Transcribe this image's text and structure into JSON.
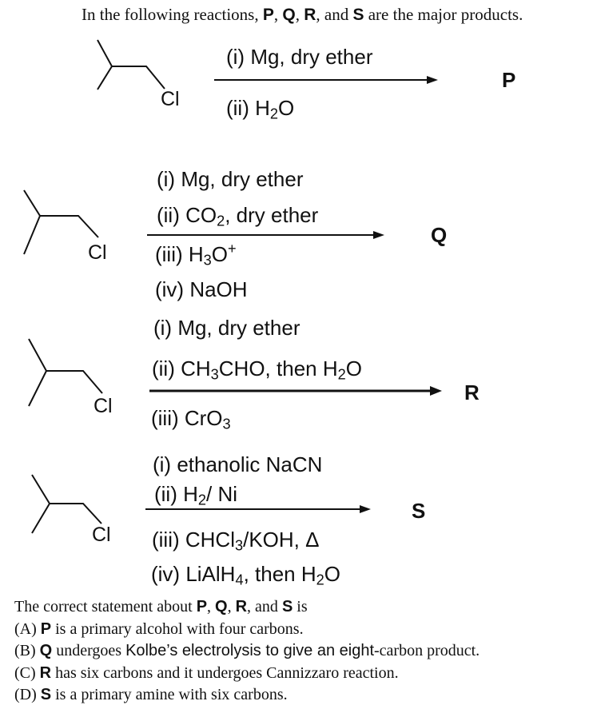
{
  "intro": {
    "prefix": "In the following reactions, ",
    "p": "P",
    "sep1": ", ",
    "q": "Q",
    "sep2": ", ",
    "r": "R",
    "sep3": ", and ",
    "s": "S",
    "suffix": " are the major products."
  },
  "chlorine_label": "Cl",
  "reactions": [
    {
      "product": "P",
      "steps": [
        {
          "pre": "(i) Mg, dry ether"
        },
        {
          "pre": "(ii) H",
          "sub": "2",
          "post": "O"
        }
      ]
    },
    {
      "product": "Q",
      "steps": [
        {
          "pre": "(i) Mg, dry ether"
        },
        {
          "pre": "(ii) CO",
          "sub": "2",
          "post": ", dry ether"
        },
        {
          "pre": "(iii) H",
          "sub": "3",
          "post": "O",
          "sup": "+"
        },
        {
          "pre": "(iv) NaOH"
        }
      ]
    },
    {
      "product": "R",
      "steps": [
        {
          "pre": "(i) Mg, dry ether"
        },
        {
          "pre": "(ii) CH",
          "sub": "3",
          "post": "CHO, then H",
          "sub2": "2",
          "post2": "O"
        },
        {
          "pre": "(iii) CrO",
          "sub": "3"
        }
      ]
    },
    {
      "product": "S",
      "steps": [
        {
          "pre": "(i) ethanolic NaCN"
        },
        {
          "pre": "(ii) H",
          "sub": "2",
          "post": "/ Ni"
        },
        {
          "pre": "(iii) CHCl",
          "sub": "3",
          "post": "/KOH, Δ"
        },
        {
          "pre": "(iv) LiAlH",
          "sub": "4",
          "post": ", then H",
          "sub2": "2",
          "post2": "O"
        }
      ]
    }
  ],
  "question": {
    "stem_prefix": "The correct statement about ",
    "p": "P",
    "sep1": ", ",
    "q": "Q",
    "sep2": ", ",
    "r": "R",
    "sep3": ", and ",
    "s": "S",
    "stem_suffix": " is",
    "options": {
      "a": {
        "label": "(A) ",
        "bold": "P",
        "text": " is a primary alcohol with four carbons."
      },
      "b": {
        "label": "(B) ",
        "bold": "Q",
        "text1": " undergoes ",
        "sans": "Kolbe’s electrolysis to give an eight",
        "text2": "-carbon product."
      },
      "c": {
        "label": "(C) ",
        "bold": "R",
        "text": " has six carbons and it undergoes Cannizzaro reaction."
      },
      "d": {
        "label": "(D) ",
        "bold": "S",
        "text": " is a primary amine with six carbons."
      }
    }
  }
}
